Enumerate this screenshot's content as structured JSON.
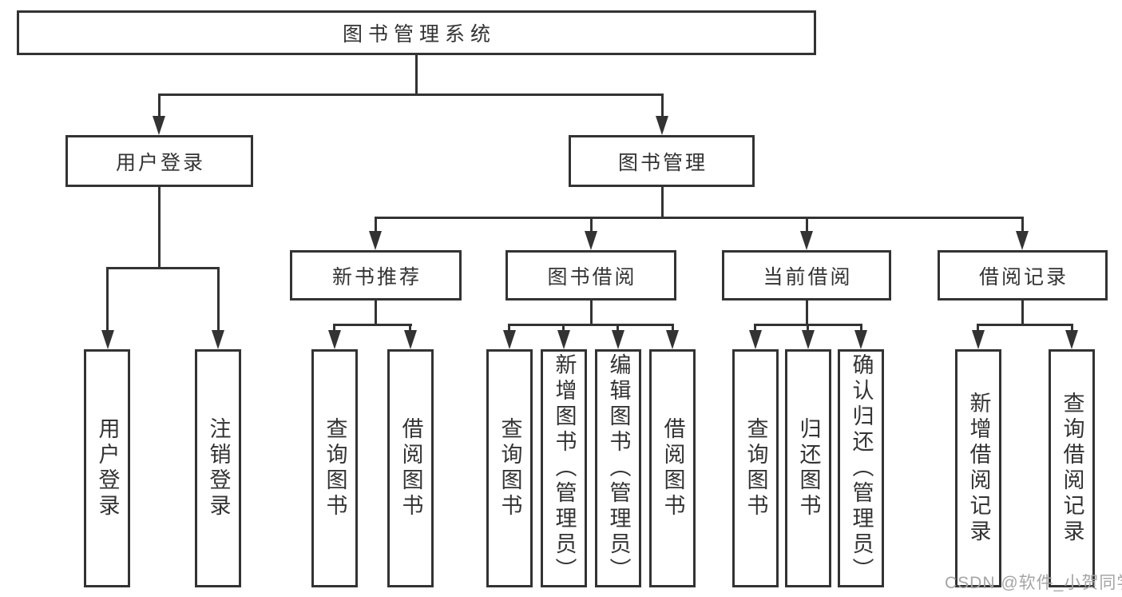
{
  "diagram": {
    "root": {
      "label": "图书管理系统"
    },
    "level2": [
      {
        "label": "用户登录",
        "leaves": [
          {
            "label": "用户登录"
          },
          {
            "label": "注销登录"
          }
        ]
      },
      {
        "label": "图书管理",
        "level3": [
          {
            "label": "新书推荐",
            "leaves": [
              {
                "label": "查询图书"
              },
              {
                "label": "借阅图书"
              }
            ]
          },
          {
            "label": "图书借阅",
            "leaves": [
              {
                "label": "查询图书"
              },
              {
                "label": "新增图书（管理员）"
              },
              {
                "label": "编辑图书（管理员）"
              },
              {
                "label": "借阅图书"
              }
            ]
          },
          {
            "label": "当前借阅",
            "leaves": [
              {
                "label": "查询图书"
              },
              {
                "label": "归还图书"
              },
              {
                "label": "确认归还（管理员）"
              }
            ]
          },
          {
            "label": "借阅记录",
            "leaves": [
              {
                "label": "新增借阅记录"
              },
              {
                "label": "查询借阅记录"
              }
            ]
          }
        ]
      }
    ]
  },
  "watermark": {
    "text": "CSDN @软件_小贺同学"
  },
  "colors": {
    "line": "#333333",
    "text": "#333333",
    "background": "#ffffff",
    "watermark": "#a5a5a5"
  }
}
